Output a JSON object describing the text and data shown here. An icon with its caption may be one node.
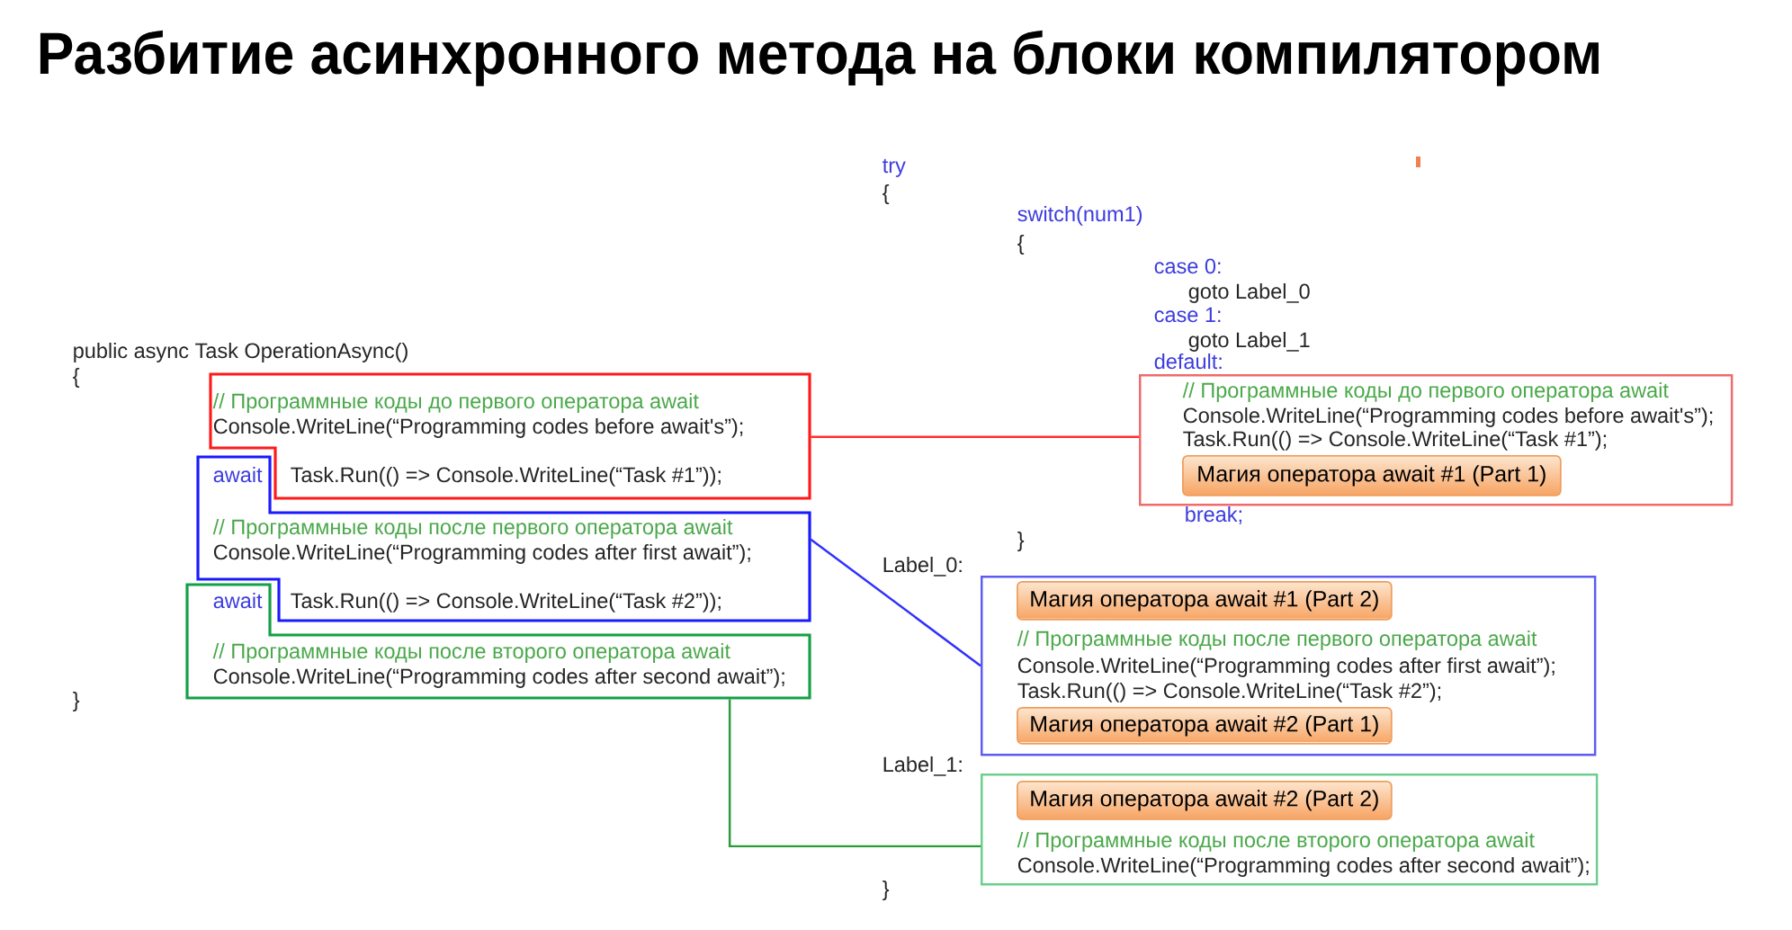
{
  "diagram": {
    "title": "Разбитие асинхронного метода на блоки компилятором",
    "nodes": [
      {
        "text": [
          "// Программные коды до первого оператора await",
          "Console.WriteLine(“Programming codes before await's”);",
          "Task.Run(() => Console.WriteLine(“Task #1”));"
        ]
      },
      {
        "text": [
          "await",
          "// Программные коды после первого оператора await",
          "Console.WriteLine(“Programming codes after first await”);",
          "Task.Run(() => Console.WriteLine(“Task #2”));"
        ]
      },
      {
        "text": [
          "await",
          "// Программные коды после второго оператора await",
          "Console.WriteLine(“Programming codes after second await”);"
        ]
      },
      {
        "text": [
          "// Программные коды до первого оператора await",
          "Console.WriteLine(“Programming codes before await's”);",
          "Task.Run(() => Console.WriteLine(“Task #1”);"
        ]
      },
      {
        "text": [
          "Магия оператора await #1 (Part 1)"
        ],
        "in": 3
      },
      {
        "text": [
          "// Программные коды после первого оператора await",
          "Console.WriteLine(“Programming codes after first await”);",
          "Task.Run(() => Console.WriteLine(“Task #2”);"
        ]
      },
      {
        "text": [
          "Магия оператора await #1 (Part 2)"
        ],
        "in": 5
      },
      {
        "text": [
          "Магия оператора await #2 (Part 1)"
        ],
        "in": 5
      },
      {
        "text": [
          "// Программные коды после второго оператора await",
          "Console.WriteLine(“Programming codes after second await”);"
        ]
      },
      {
        "text": [
          "Магия оператора await #2 (Part 2)"
        ],
        "in": 8
      }
    ],
    "edges": [
      {
        "from": 0,
        "to": 3,
        "arrow": "none",
        "color": "#ff3030"
      },
      {
        "from": 1,
        "to": 5,
        "arrow": "none",
        "color": "#3030ff"
      },
      {
        "from": 2,
        "to": 8,
        "arrow": "none",
        "color": "#2a9a3a"
      }
    ],
    "labels": [
      "public async Task OperationAsync()",
      "{",
      "}",
      "try",
      "{",
      "switch(num1)",
      "{",
      "case 0:",
      "goto Label_0",
      "case 1:",
      "goto Label_1",
      "default:",
      "break;",
      "}",
      "Label_0:",
      "Label_1:",
      "}"
    ]
  }
}
